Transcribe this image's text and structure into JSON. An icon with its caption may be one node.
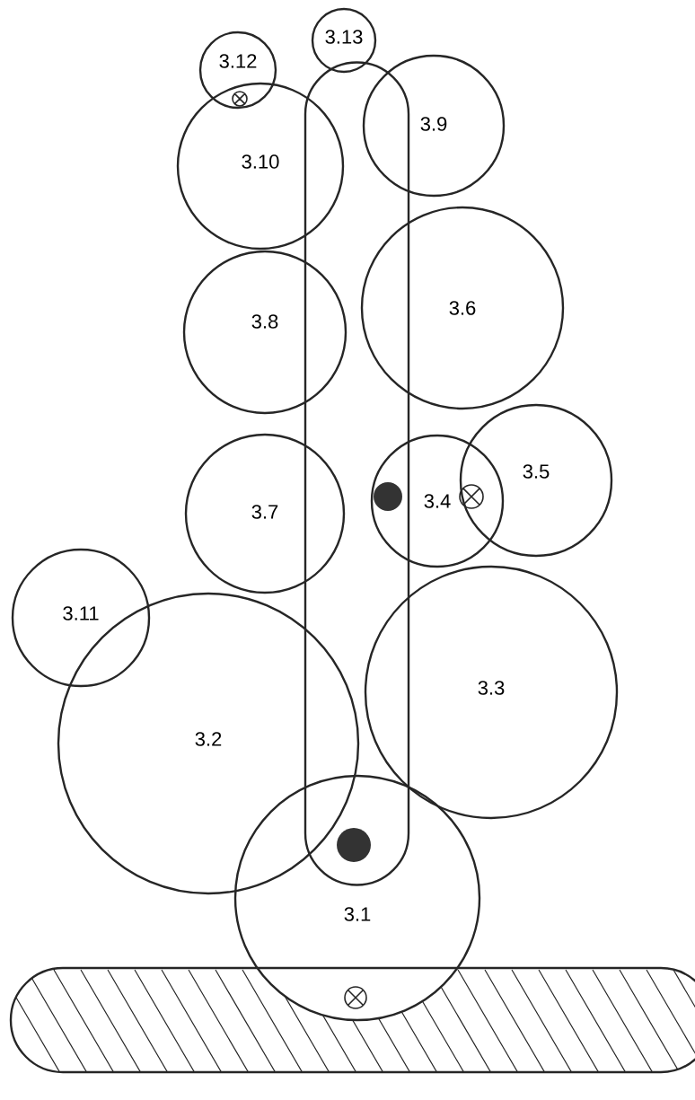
{
  "diagram": {
    "nodes": [
      {
        "text": [
          "3.12"
        ]
      },
      {
        "text": [
          "3.13"
        ]
      },
      {
        "text": [
          "3.9"
        ]
      },
      {
        "text": [
          "3.10"
        ]
      },
      {
        "text": [
          "3.6"
        ]
      },
      {
        "text": [
          "3.8"
        ]
      },
      {
        "text": [
          "3.5"
        ]
      },
      {
        "text": [
          "3.7"
        ]
      },
      {
        "text": [
          "3.4"
        ]
      },
      {
        "text": [
          "3.11"
        ]
      },
      {
        "text": [
          "3.3"
        ]
      },
      {
        "text": [
          "3.2"
        ]
      },
      {
        "text": [
          "3.1"
        ]
      }
    ]
  }
}
